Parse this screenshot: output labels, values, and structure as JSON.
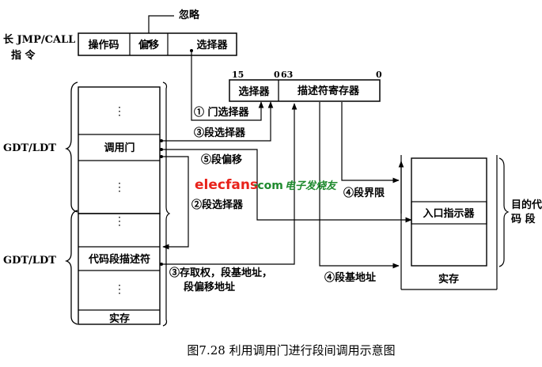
{
  "instruction": {
    "label_line1": "长 JMP/CALL",
    "label_line2": "指    令",
    "fields": [
      "操作码",
      "偏移",
      "选择器"
    ],
    "ignore_label": "忽略"
  },
  "gdt_upper": {
    "label": "GDT/LDT",
    "cells": [
      "⋮",
      "调用门",
      "⋮"
    ]
  },
  "gdt_lower": {
    "label": "GDT/LDT",
    "cells": [
      "⋮",
      "代码段描述符",
      "⋮"
    ],
    "memory_label": "实存"
  },
  "register": {
    "bit_15": "15",
    "bit_0a": "0",
    "bit_63": "63",
    "bit_0b": "0",
    "selector_label": "选择器",
    "descriptor_label": "描述符寄存器"
  },
  "steps": {
    "s1": "① 门选择器",
    "s3a": "③段选择器",
    "s5": "⑤段偏移",
    "s2": "②段选择器",
    "s4a": "④段界限",
    "s3b_line1": "③存取权，段基地址，",
    "s3b_line2": "段偏移地址",
    "s4b": "④段基地址"
  },
  "target": {
    "entry_label": "入口指示器",
    "memory_label": "实存",
    "segment_line1": "目的代",
    "segment_line2": "码  段"
  },
  "watermark": {
    "brand": "elecfans",
    "dotcom": "·com",
    "chinese": "电子发烧友"
  },
  "colors": {
    "watermark_red": "#e8231b",
    "watermark_green": "#1f8a2e"
  },
  "caption": "图7.28  利用调用门进行段间调用示意图"
}
